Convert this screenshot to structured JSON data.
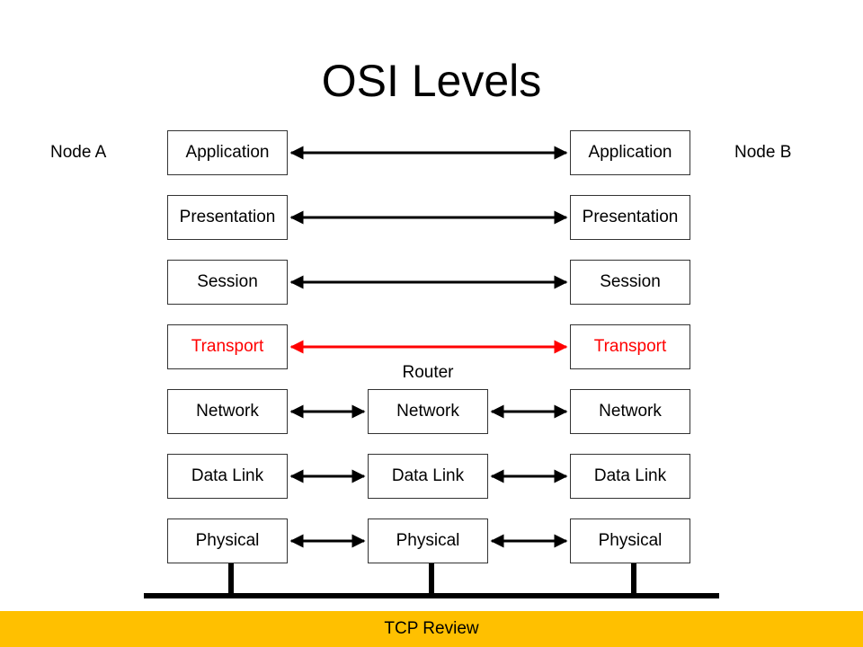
{
  "title": "OSI Levels",
  "node_a_label": "Node A",
  "node_b_label": "Node B",
  "router_label": "Router",
  "footer_text": "TCP Review",
  "colors": {
    "highlight": "#ff0000",
    "footer_bg": "#ffc000",
    "line": "#000000"
  },
  "layers": [
    {
      "id": "application",
      "label": "Application",
      "router": false,
      "highlight": false
    },
    {
      "id": "presentation",
      "label": "Presentation",
      "router": false,
      "highlight": false
    },
    {
      "id": "session",
      "label": "Session",
      "router": false,
      "highlight": false
    },
    {
      "id": "transport",
      "label": "Transport",
      "router": false,
      "highlight": true
    },
    {
      "id": "network",
      "label": "Network",
      "router": true,
      "highlight": false
    },
    {
      "id": "data-link",
      "label": "Data Link",
      "router": true,
      "highlight": false
    },
    {
      "id": "physical",
      "label": "Physical",
      "router": true,
      "highlight": false
    }
  ]
}
